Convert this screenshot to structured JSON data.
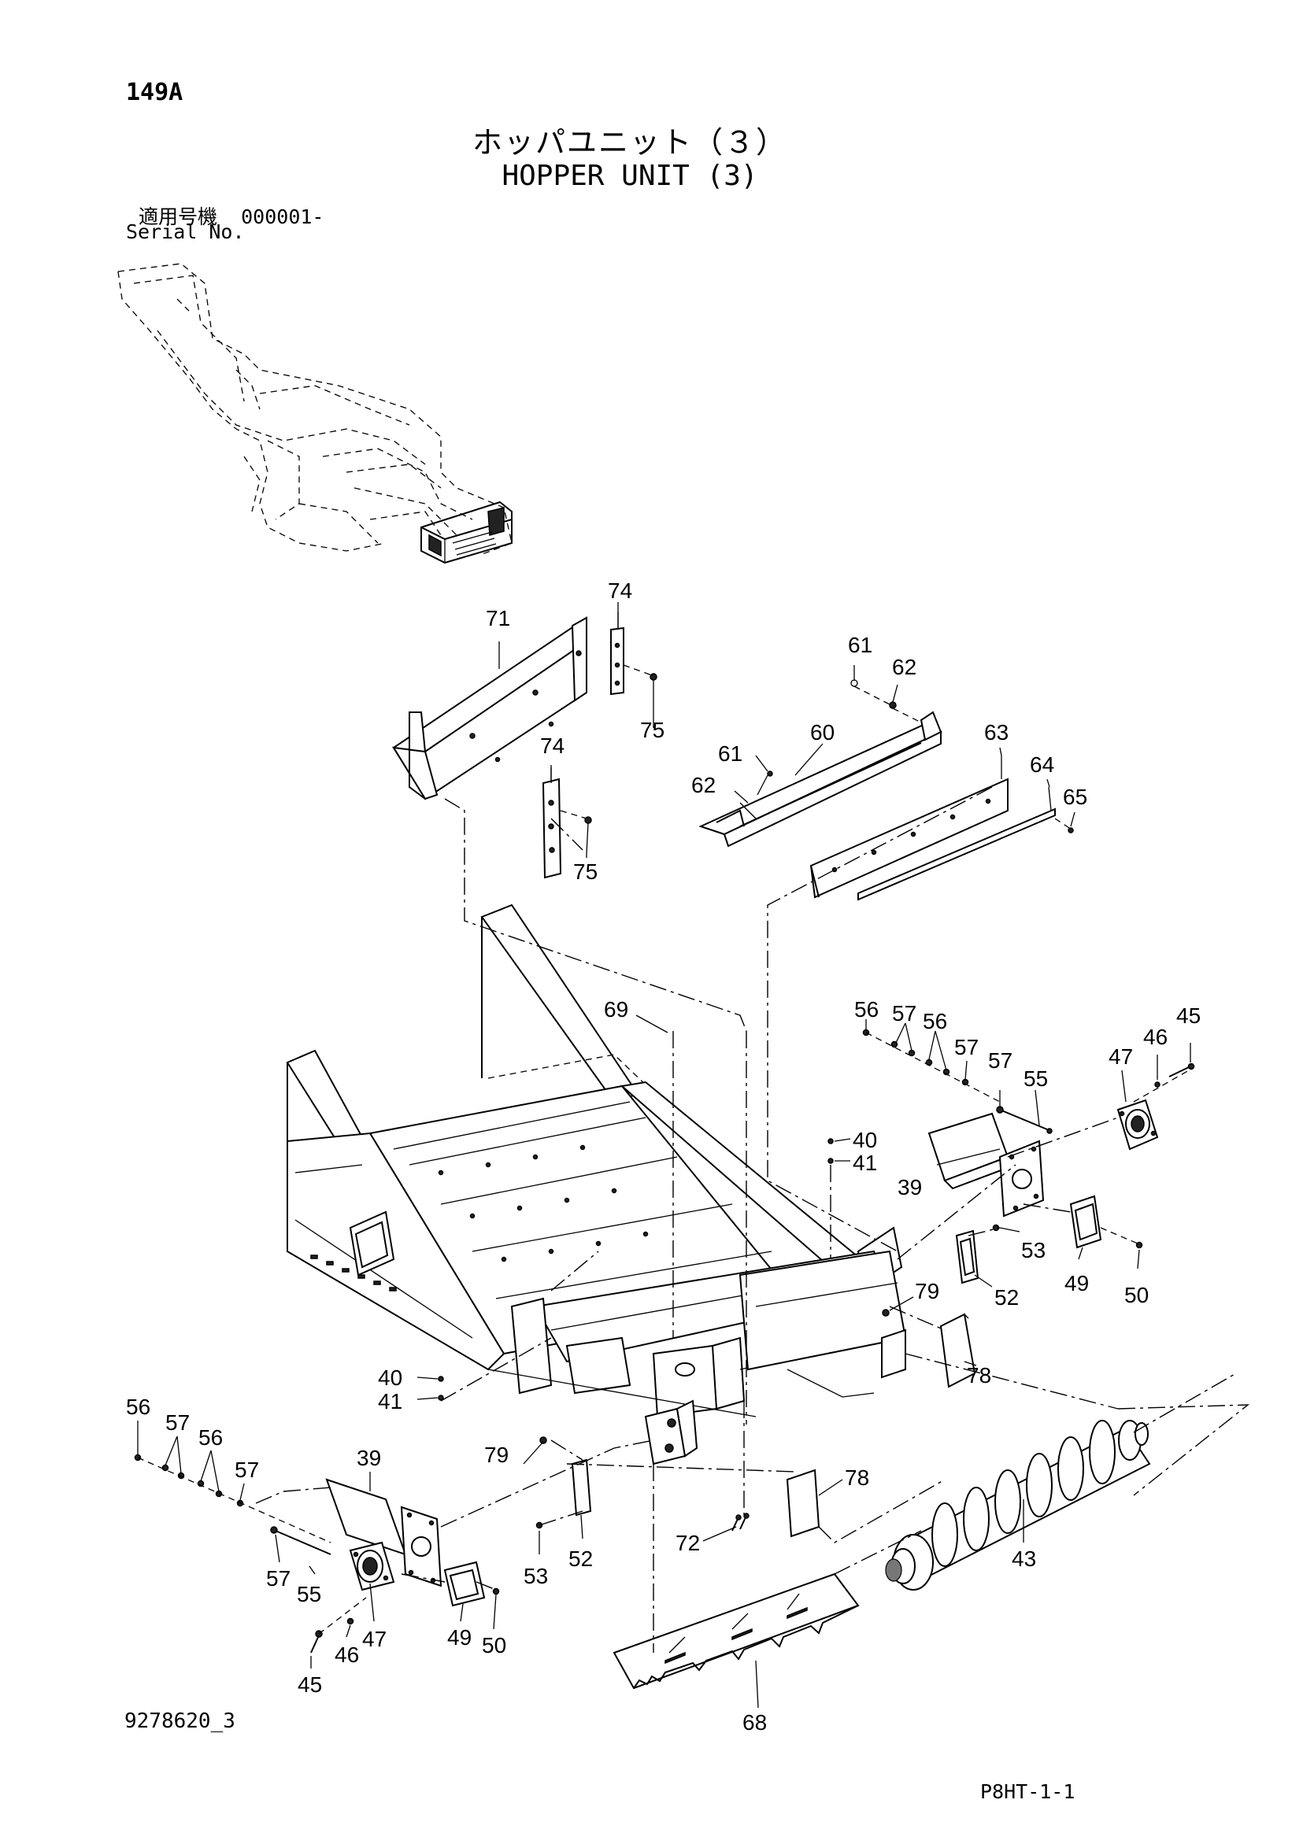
{
  "header": {
    "page_number": "149A",
    "title_jp": "ホッパユニット（３）",
    "title_en": "HOPPER UNIT (3)",
    "serial_label_jp": "適用号機",
    "serial_value": "000001-",
    "serial_label_en": "Serial No."
  },
  "footer": {
    "document_code": "9278620_3",
    "page_code": "P8HT-1-1"
  },
  "callouts": [
    "71",
    "74",
    "75",
    "74",
    "75",
    "61",
    "62",
    "60",
    "61",
    "62",
    "63",
    "64",
    "65",
    "69",
    "56",
    "57",
    "56",
    "57",
    "45",
    "46",
    "47",
    "57",
    "55",
    "40",
    "41",
    "39",
    "53",
    "52",
    "49",
    "50",
    "79",
    "78",
    "40",
    "41",
    "56",
    "57",
    "56",
    "57",
    "39",
    "79",
    "52",
    "53",
    "78",
    "72",
    "43",
    "57",
    "55",
    "47",
    "49",
    "50",
    "46",
    "45",
    "68"
  ]
}
